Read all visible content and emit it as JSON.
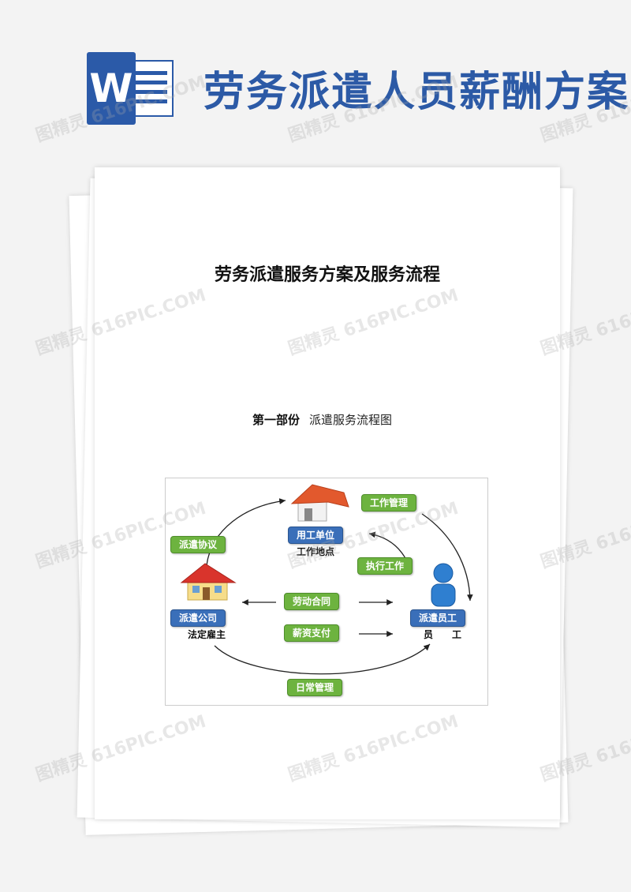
{
  "banner": {
    "logo_letter": "W",
    "title": "劳务派遣人员薪酬方案"
  },
  "document": {
    "title": "劳务派遣服务方案及服务流程",
    "section_label": "第一部份",
    "section_title": "派遣服务流程图"
  },
  "diagram": {
    "employer_unit": "用工单位",
    "employer_unit_sub": "工作地点",
    "dispatch_company": "派遣公司",
    "dispatch_company_sub": "法定雇主",
    "dispatched_staff": "派遣员工",
    "dispatched_staff_sub": "员　　工",
    "work_management": "工作管理",
    "dispatch_agreement": "派遣协议",
    "execute_work": "执行工作",
    "labor_contract": "劳动合同",
    "salary_payment": "薪资支付",
    "daily_management": "日常管理"
  },
  "watermark": "图精灵 616PIC.COM",
  "colors": {
    "brand_blue": "#2c5aa6",
    "green_label": "#6db33f",
    "blue_label": "#3a6fb9"
  }
}
